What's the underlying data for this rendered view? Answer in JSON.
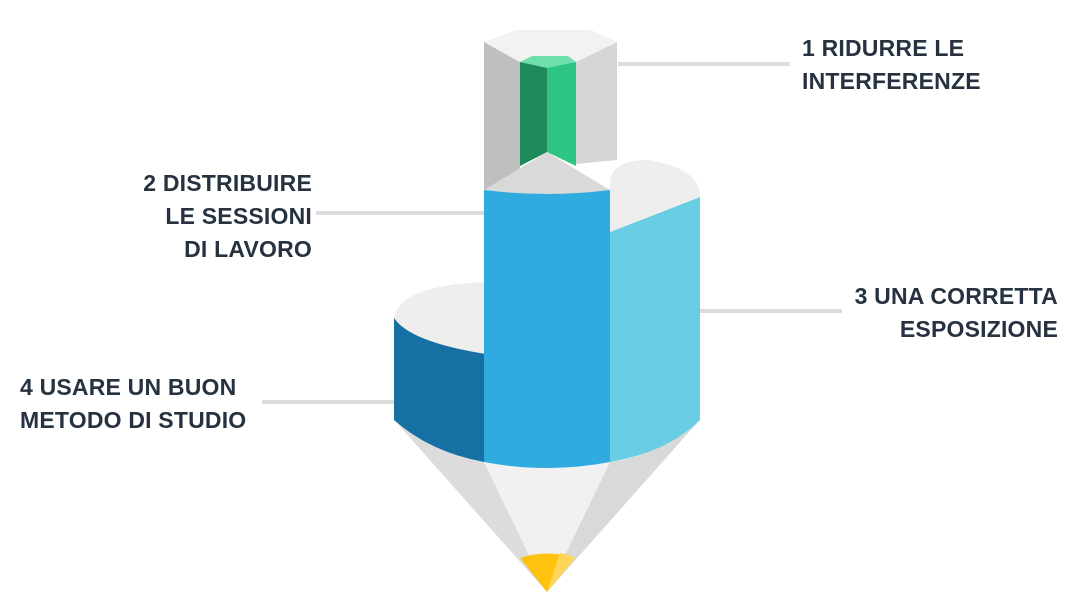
{
  "labels": {
    "item1": {
      "line1": "1 RIDURRE LE",
      "line2": "INTERFERENZE"
    },
    "item2": {
      "line1": "2 DISTRIBUIRE",
      "line2": "LE SESSIONI",
      "line3": "DI LAVORO"
    },
    "item3": {
      "line1": "3 UNA CORRETTA",
      "line2": "ESPOSIZIONE"
    },
    "item4": {
      "line1": "4 USARE UN BUON",
      "line2": "METODO DI STUDIO"
    }
  },
  "colors": {
    "text": "#26323f",
    "connector": "#dcdcdc",
    "green_dark": "#1e8a5c",
    "green": "#2ec584",
    "green_light": "#6fe0ac",
    "blue": "#2fabe0",
    "light_blue": "#69cde3",
    "dark_blue": "#1670a4",
    "gray_light": "#f0f0f0",
    "gray_mid": "#d9d9d9",
    "gray_dark": "#bfbfbf",
    "tip": "#ffc20e"
  }
}
